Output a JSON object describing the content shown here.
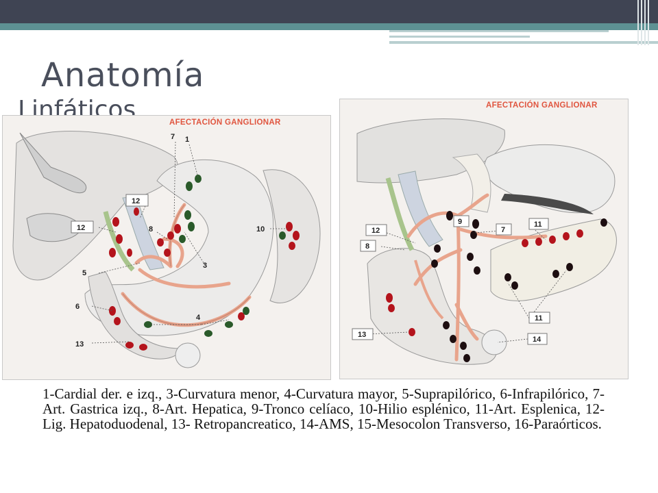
{
  "slide": {
    "title": "Anatomía",
    "subtitle": "Linfáticos"
  },
  "figures": {
    "left": {
      "heading": "AFECTACIÓN GANGLIONAR",
      "labels": [
        "7",
        "1",
        "12",
        "12",
        "8",
        "10",
        "3",
        "5",
        "6",
        "4",
        "13"
      ]
    },
    "right": {
      "heading": "AFECTACIÓN GANGLIONAR",
      "labels": [
        "9",
        "12",
        "7",
        "11",
        "8",
        "11",
        "13",
        "14"
      ]
    }
  },
  "caption": "1-Cardial der. e izq., 3-Curvatura menor, 4-Curvatura mayor, 5-Suprapilórico, 6-Infrapilórico, 7-Art. Gastrica izq., 8-Art. Hepatica, 9-Tronco celíaco, 10-Hilio esplénico, 11-Art. Esplenica, 12-Lig. Hepatoduodenal, 13- Retropancreatico, 14-AMS, 15-Mesocolon Transverso, 16-Paraórticos.",
  "colors": {
    "header_dark": "#3f4453",
    "header_teal": "#5d9193",
    "heading_red": "#e0553f",
    "node_red": "#b4141c",
    "node_green": "#2a5a2a",
    "node_black": "#1d0e10",
    "artery": "#e8a48c"
  }
}
